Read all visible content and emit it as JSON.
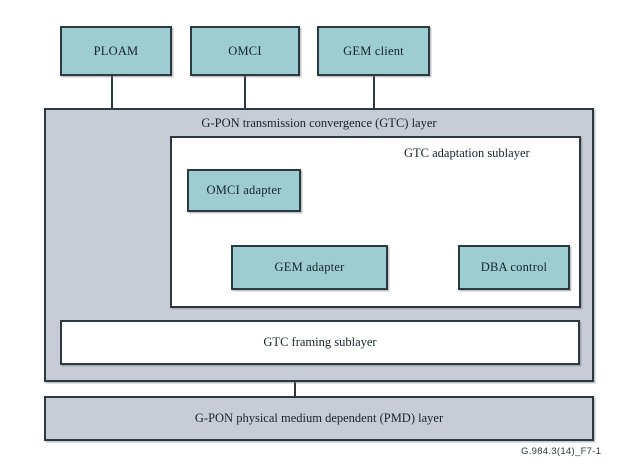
{
  "figure": {
    "caption": "G.984.3(14)_F7-1",
    "colors": {
      "block_fill": "#9ecdd1",
      "layer_fill": "#c8ccd6",
      "sublayer_fill": "#ffffff",
      "stroke": "#2b3a42",
      "background": "#ffffff"
    }
  },
  "clients": [
    {
      "id": "ploam",
      "label": "PLOAM"
    },
    {
      "id": "omci",
      "label": "OMCI"
    },
    {
      "id": "gem-client",
      "label": "GEM client"
    }
  ],
  "gtc_layer": {
    "label": "G-PON transmission convergence (GTC) layer",
    "adaptation_sublayer": {
      "label": "GTC adaptation sublayer",
      "blocks": [
        {
          "id": "omci-adapter",
          "label": "OMCI adapter"
        },
        {
          "id": "gem-adapter",
          "label": "GEM adapter"
        },
        {
          "id": "dba-control",
          "label": "DBA control"
        }
      ]
    },
    "framing_sublayer": {
      "label": "GTC framing sublayer"
    }
  },
  "pmd_layer": {
    "label": "G-PON physical medium dependent (PMD) layer"
  }
}
